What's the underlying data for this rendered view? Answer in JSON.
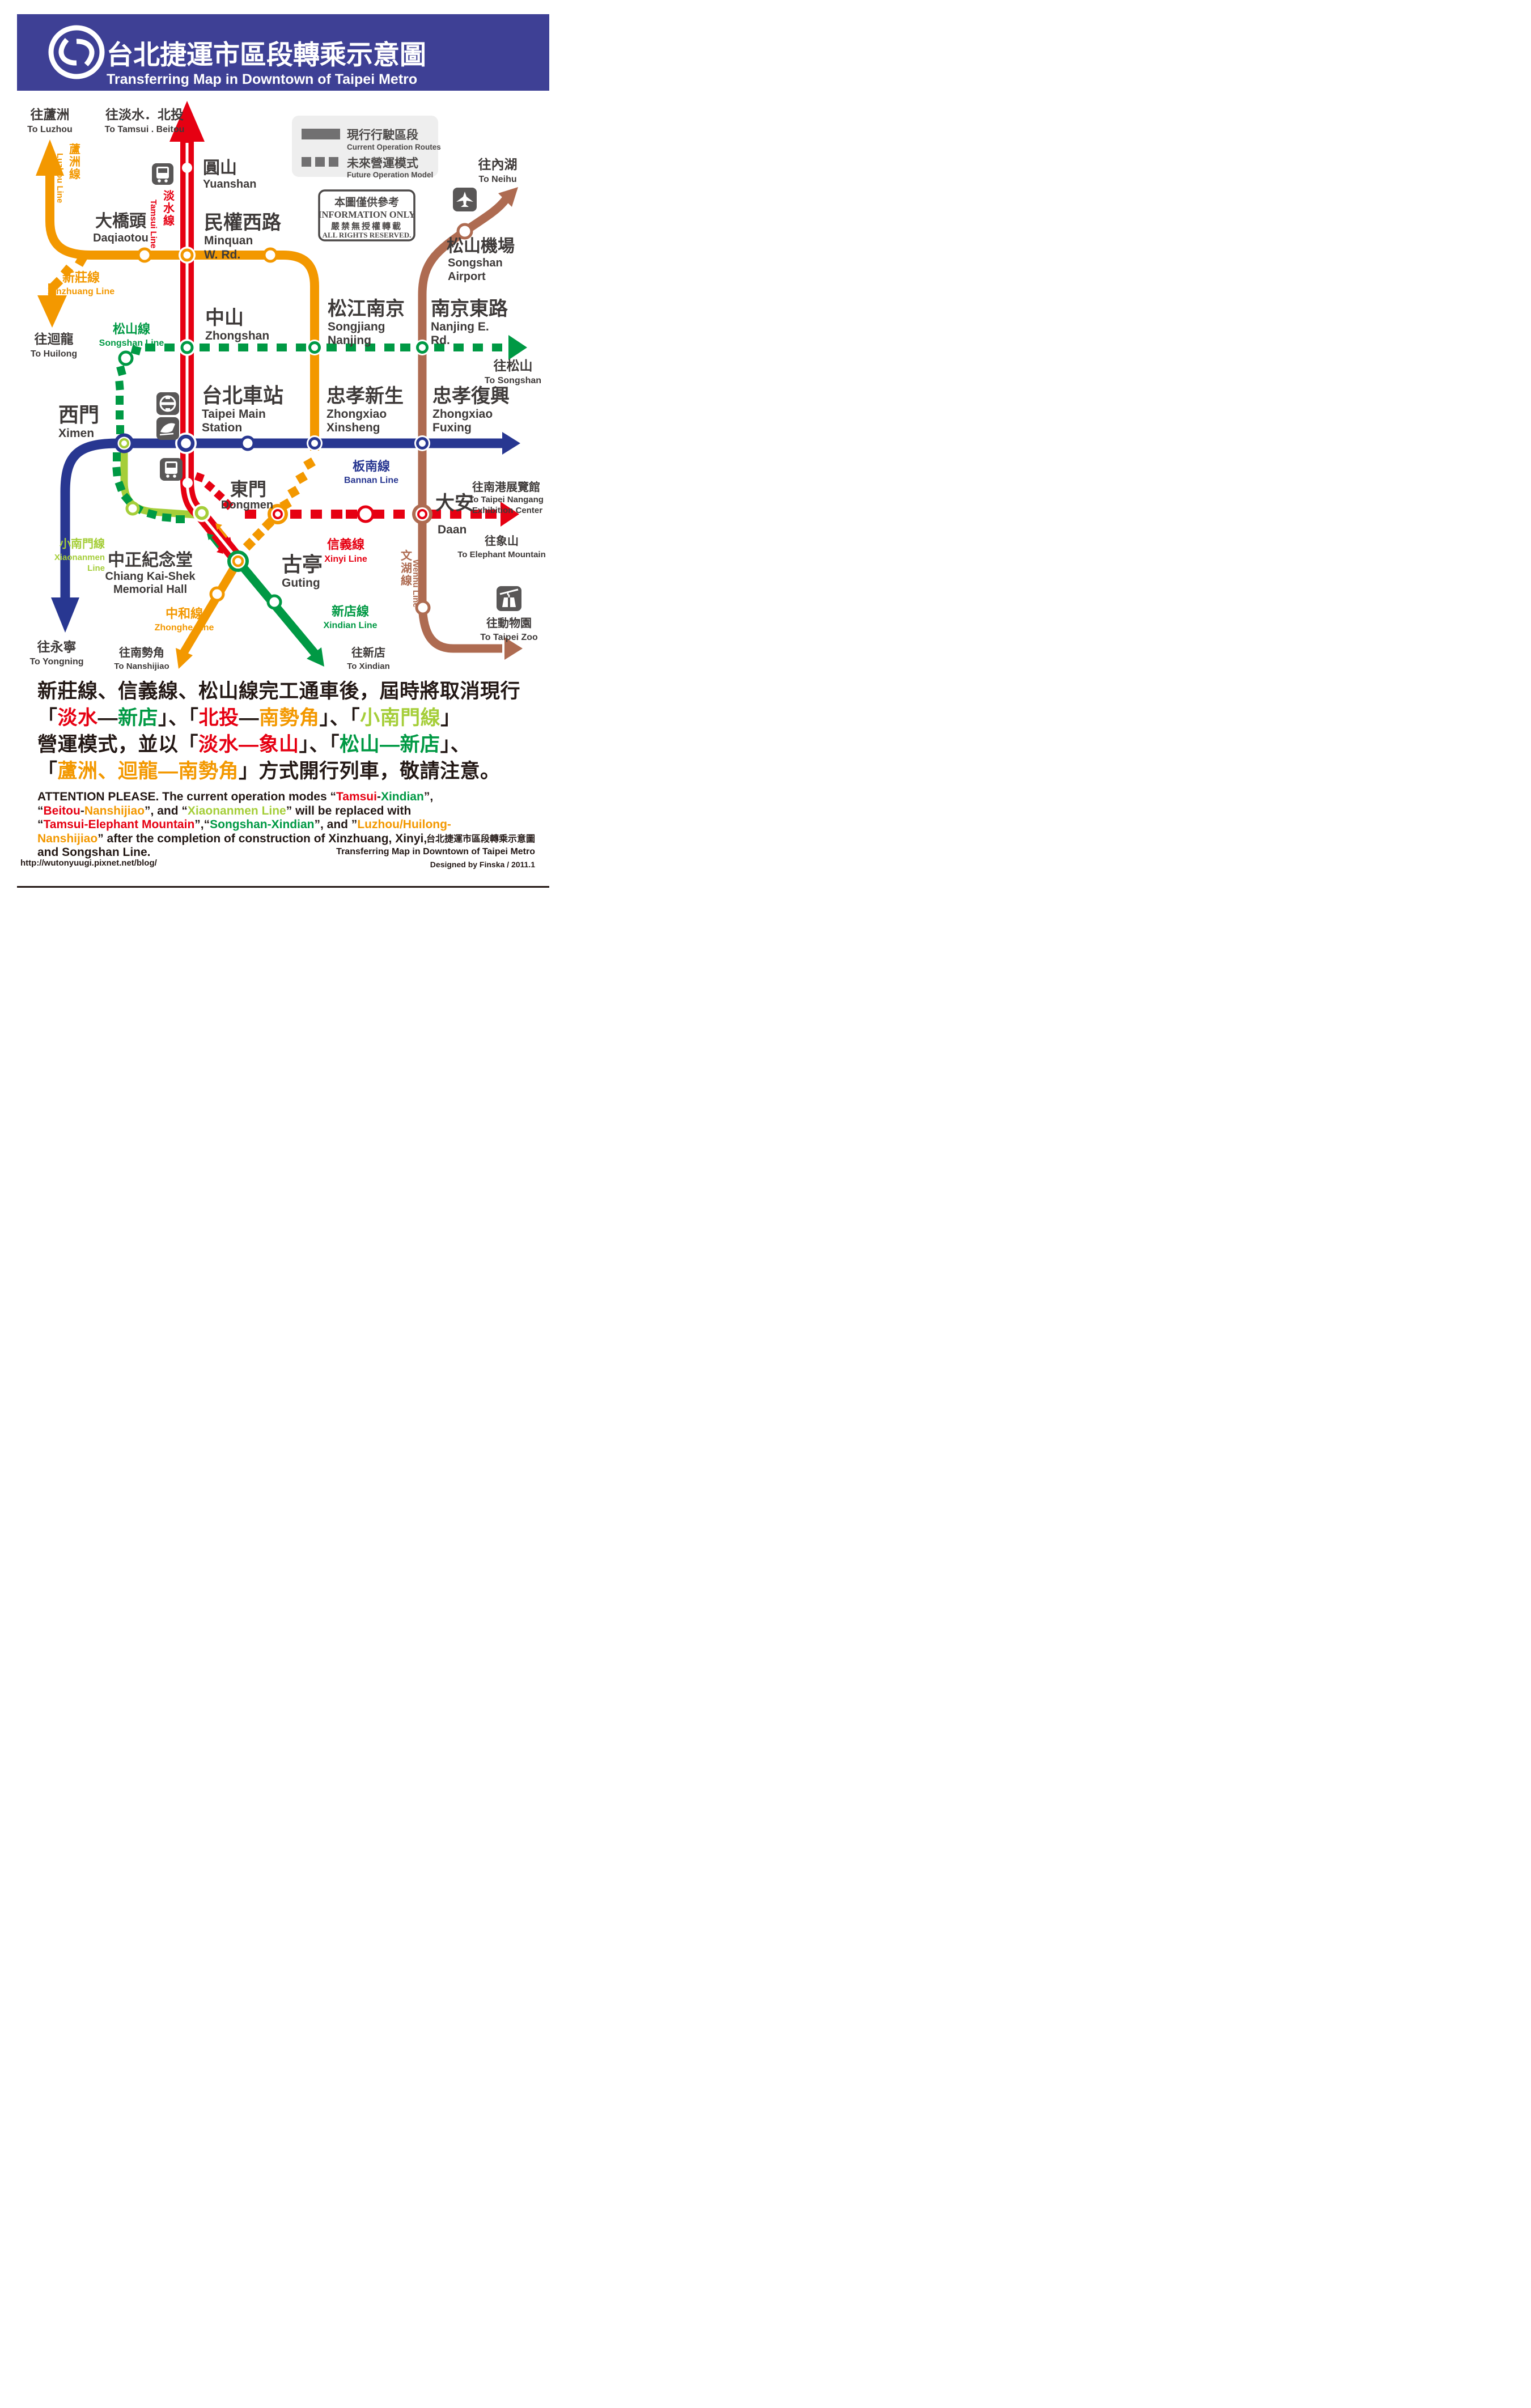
{
  "header": {
    "title_zh": "台北捷運市區段轉乘示意圖",
    "title_en": "Transferring Map in Downtown of Taipei Metro"
  },
  "legend": {
    "current_zh": "現行行駛區段",
    "current_en": "Current Operation Routes",
    "future_zh": "未來營運模式",
    "future_en": "Future Operation Model"
  },
  "stamp": {
    "zh1": "本圖僅供參考",
    "en1": "INFORMATION ONLY",
    "zh2": "嚴禁無授權轉載",
    "en2": "ALL RIGHTS RESERVED."
  },
  "colors": {
    "red": "#E60012",
    "orange": "#F39800",
    "green": "#009944",
    "lime": "#A5CE39",
    "blue": "#283791",
    "brown": "#AE6B51",
    "header_blue": "#3E4095",
    "icon_grey": "#595757",
    "text_dark": "#3E3A39",
    "legend_grey": "#717071"
  },
  "icons": [
    "taipei-metro-logo",
    "bus-icon",
    "tra-railway-icon",
    "hsr-icon",
    "airplane-icon",
    "gondola-icon"
  ],
  "lines": {
    "tamsui": {
      "zh": "淡水線",
      "en": "Tamsui Line"
    },
    "luzhou": {
      "zh": "蘆洲線",
      "en": "Luzhou Line"
    },
    "xinzhuang": {
      "zh": "新莊線",
      "en": "Xinzhuang Line"
    },
    "songshan": {
      "zh": "松山線",
      "en": "Songshan Line"
    },
    "xinyi": {
      "zh": "信義線",
      "en": "Xinyi Line"
    },
    "bannan": {
      "zh": "板南線",
      "en": "Bannan Line"
    },
    "zhonghe": {
      "zh": "中和線",
      "en": "Zhonghe Line"
    },
    "xindian": {
      "zh": "新店線",
      "en": "Xindian Line"
    },
    "wenhu": {
      "zh": "文湖線",
      "en": "Wenhu Line"
    },
    "xiaonanmen": {
      "zh": "小南門線",
      "en1": "Xiaonanmen",
      "en2": "Line"
    }
  },
  "stations": {
    "yuanshan": {
      "zh": "圓山",
      "en": "Yuanshan"
    },
    "daqiaotou": {
      "zh": "大橋頭",
      "en": "Daqiaotou"
    },
    "minquan": {
      "zh": "民權西路",
      "en1": "Minquan",
      "en2": "W. Rd."
    },
    "zhongshan": {
      "zh": "中山",
      "en": "Zhongshan"
    },
    "songjiang": {
      "zh": "松江南京",
      "en1": "Songjiang",
      "en2": "Nanjing"
    },
    "nanjing_e": {
      "zh": "南京東路",
      "en1": "Nanjing E.",
      "en2": "Rd."
    },
    "songshan_airport": {
      "zh": "松山機場",
      "en1": "Songshan",
      "en2": "Airport"
    },
    "ximen": {
      "zh": "西門",
      "en": "Ximen"
    },
    "taipei_main": {
      "zh": "台北車站",
      "en1": "Taipei Main",
      "en2": "Station"
    },
    "zhongxiao_xinsheng": {
      "zh": "忠孝新生",
      "en1": "Zhongxiao",
      "en2": "Xinsheng"
    },
    "zhongxiao_fuxing": {
      "zh": "忠孝復興",
      "en1": "Zhongxiao",
      "en2": "Fuxing"
    },
    "cks": {
      "zh": "中正紀念堂",
      "en1": "Chiang Kai-Shek",
      "en2": "Memorial Hall"
    },
    "dongmen": {
      "zh": "東門",
      "en": "Dongmen"
    },
    "daan": {
      "zh": "大安",
      "en": "Daan"
    },
    "guting": {
      "zh": "古亭",
      "en": "Guting"
    }
  },
  "termini": {
    "luzhou": {
      "zh": "往蘆洲",
      "en": "To Luzhou"
    },
    "tamsui_beitou": {
      "zh": "往淡水．北投",
      "en": "To Tamsui . Beitou"
    },
    "huilong": {
      "zh": "往迴龍",
      "en": "To Huilong"
    },
    "neihu": {
      "zh": "往內湖",
      "en": "To Neihu"
    },
    "songshan": {
      "zh": "往松山",
      "en": "To Songshan"
    },
    "nangang": {
      "zh": "往南港展覽館",
      "en1": "To Taipei Nangang",
      "en2": "Exhibition Center"
    },
    "elephant": {
      "zh": "往象山",
      "en": "To Elephant Mountain"
    },
    "zoo": {
      "zh": "往動物園",
      "en": "To Taipei Zoo"
    },
    "yongning": {
      "zh": "往永寧",
      "en": "To Yongning"
    },
    "nanshijiao": {
      "zh": "往南勢角",
      "en": "To Nanshijiao"
    },
    "xindian": {
      "zh": "往新店",
      "en": "To Xindian"
    }
  },
  "notes": {
    "zh": [
      [
        {
          "t": "新莊線、信義線、松山線完工通車後，屆時將取消現行"
        }
      ],
      [
        {
          "t": "「"
        },
        {
          "t": "淡水"
        },
        {
          "t": "—"
        },
        {
          "t": "新店"
        },
        {
          "t": "」、「"
        },
        {
          "t": "北投"
        },
        {
          "t": "—"
        },
        {
          "t": "南勢角"
        },
        {
          "t": "」、「"
        },
        {
          "t": "小南門線"
        },
        {
          "t": "」"
        }
      ],
      [
        {
          "t": "營運模式，並以「"
        },
        {
          "t": "淡水—象山"
        },
        {
          "t": "」、「"
        },
        {
          "t": "松山—新店"
        },
        {
          "t": "」、"
        }
      ],
      [
        {
          "t": "「"
        },
        {
          "t": "蘆洲、迴龍—南勢角"
        },
        {
          "t": "」方式開行列車，敬請注意。"
        }
      ]
    ],
    "en": [
      [
        {
          "t": "ATTENTION PLEASE. The current operation modes “"
        },
        {
          "t": "Tamsui"
        },
        {
          "t": "-"
        },
        {
          "t": "Xindian"
        },
        {
          "t": "”,"
        }
      ],
      [
        {
          "t": "“"
        },
        {
          "t": "Beitou"
        },
        {
          "t": "-"
        },
        {
          "t": "Nanshijiao"
        },
        {
          "t": "”, and “"
        },
        {
          "t": "Xiaonanmen Line"
        },
        {
          "t": "” will be replaced with"
        }
      ],
      [
        {
          "t": "“"
        },
        {
          "t": "Tamsui-Elephant Mountain"
        },
        {
          "t": "”,“"
        },
        {
          "t": "Songshan-Xindian"
        },
        {
          "t": "”, and ”"
        },
        {
          "t": "Luzhou/Huilong-"
        }
      ],
      [
        {
          "t": "Nanshijiao"
        },
        {
          "t": "” after the completion of construction of Xinzhuang, Xinyi,"
        }
      ],
      [
        {
          "t": "and Songshan Line."
        }
      ]
    ]
  },
  "footer": {
    "url": "http://wutonyuugi.pixnet.net/blog/",
    "credit_zh": "台北捷運市區段轉乘示意圖",
    "credit_en": "Transferring Map in Downtown of Taipei Metro",
    "designed": "Designed by Finska / 2011.1"
  }
}
